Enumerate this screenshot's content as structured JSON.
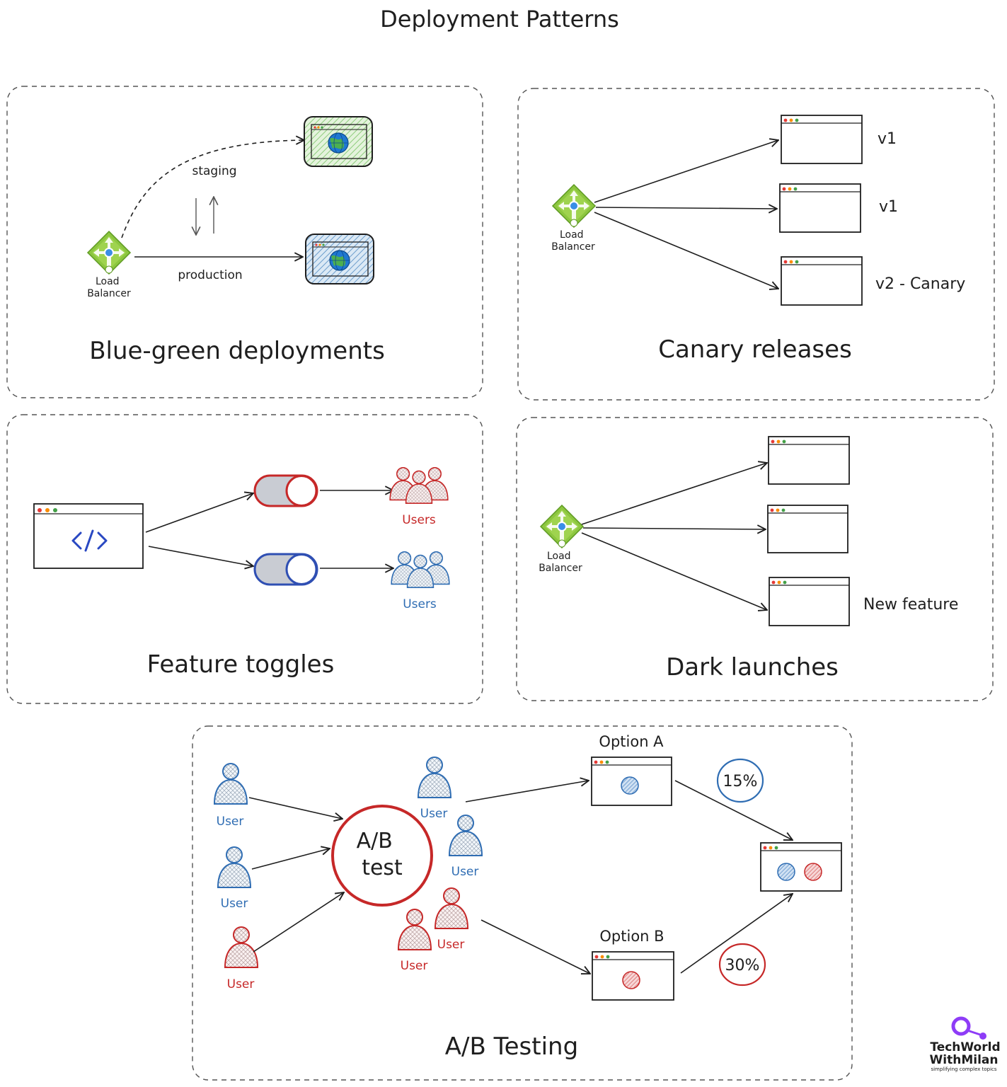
{
  "title": "Deployment Patterns",
  "blue_green": {
    "title": "Blue-green deployments",
    "load_balancer": "Load\nBalancer",
    "staging_label": "staging",
    "production_label": "production"
  },
  "canary": {
    "title": "Canary releases",
    "load_balancer": "Load\nBalancer",
    "versions": [
      "v1",
      "v1",
      "v2 - Canary"
    ]
  },
  "feature_toggles": {
    "title": "Feature toggles",
    "users_top": "Users",
    "users_bottom": "Users"
  },
  "dark_launches": {
    "title": "Dark launches",
    "load_balancer": "Load\nBalancer",
    "new_feature": "New feature"
  },
  "ab_testing": {
    "title": "A/B Testing",
    "center": "A/B\ntest",
    "option_a": "Option A",
    "option_b": "Option B",
    "pct_a": "15%",
    "pct_b": "30%",
    "user": "User"
  },
  "brand": {
    "line1": "TechWorld",
    "line2": "WithMilan",
    "tagline": "simplifying complex topics"
  },
  "colors": {
    "red": "#c62828",
    "blue": "#2f6db3",
    "green": "#7cc242",
    "purple": "#8e3cf7"
  }
}
